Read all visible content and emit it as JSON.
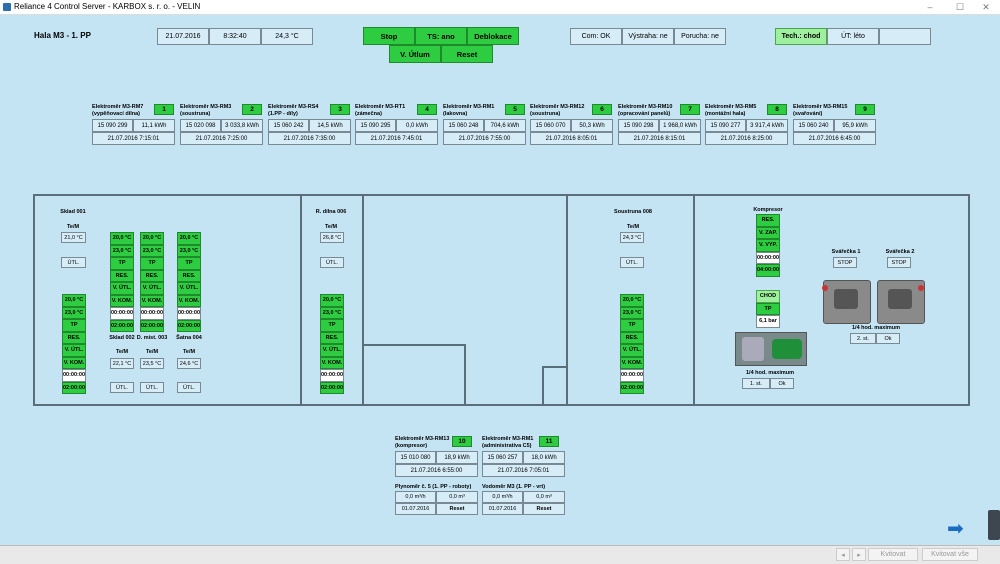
{
  "window": {
    "title": "Reliance 4 Control Server - KARBOX s. r. o. - VELIN",
    "min": "–",
    "max": "☐",
    "close": "✕"
  },
  "header": {
    "hall": "Hala M3 - 1. PP",
    "date": "21.07.2016",
    "time": "8:32:40",
    "temp": "24,3 °C",
    "btn_stop": "Stop",
    "btn_ts": "TS: ano",
    "btn_deblokace": "Deblokace",
    "btn_utlum": "V. Útlum",
    "btn_reset": "Reset",
    "com": "Com: OK",
    "vystraha": "Výstraha: ne",
    "porucha": "Porucha: ne",
    "tech": "Tech.: chod",
    "ut": "ÚT: léto",
    "empty": ""
  },
  "meters": [
    {
      "name": "Elektroměr M3-RM7 (vypěňovací dílna)",
      "num": "1",
      "a": "15 090 299",
      "b": "11,1 kWh",
      "t": "21.07.2016 7:15:01"
    },
    {
      "name": "Elektroměr M3-RM3 (soustruna)",
      "num": "2",
      "a": "15 020 098",
      "b": "3 033,8 kWh",
      "t": "21.07.2016 7:25:00"
    },
    {
      "name": "Elektroměr M3-RS4 (1.PP - díly)",
      "num": "3",
      "a": "15 060 242",
      "b": "14,5 kWh",
      "t": "21.07.2016 7:35:00"
    },
    {
      "name": "Elektroměr M3-RT1 (zámečna)",
      "num": "4",
      "a": "15 090 295",
      "b": "0,0 kWh",
      "t": "21.07.2016 7:45:01"
    },
    {
      "name": "Elektroměr M3-RM1 (lakovna)",
      "num": "5",
      "a": "15 060 248",
      "b": "704,6 kWh",
      "t": "21.07.2016 7:55:00"
    },
    {
      "name": "Elektroměr M3-RM12 (soustruna)",
      "num": "6",
      "a": "15 060 070",
      "b": "50,3 kWh",
      "t": "21.07.2016 8:05:01"
    },
    {
      "name": "Elektroměr M3-RM10 (opracování panelů)",
      "num": "7",
      "a": "15 090 298",
      "b": "1 968,0 kWh",
      "t": "21.07.2016 8:15:01"
    },
    {
      "name": "Elektroměr M3-RM5 (montážní hala)",
      "num": "8",
      "a": "15 090 277",
      "b": "3 917,4 kWh",
      "t": "21.07.2016 8:25:00"
    },
    {
      "name": "Elektroměr M3-RM15 (svařování)",
      "num": "9",
      "a": "15 060 240",
      "b": "95,9 kWh",
      "t": "21.07.2016 6:45:00"
    }
  ],
  "zones": {
    "sklad001": {
      "name": "Sklad 001",
      "tem": "Te/M",
      "temp": "21,0 °C",
      "utl": "ÚTL."
    },
    "sklad002": {
      "name": "Sklad 002",
      "tem": "Te/M",
      "temp": "22,1 °C",
      "utl": "ÚTL."
    },
    "dmist003": {
      "name": "D. míst. 003",
      "tem": "Te/M",
      "temp": "23,5 °C",
      "utl": "ÚTL."
    },
    "satna004": {
      "name": "Šatna 004",
      "tem": "Te/M",
      "temp": "24,6 °C",
      "utl": "ÚTL."
    },
    "rdilna006": {
      "name": "R. dílna 006",
      "tem": "Te/M",
      "temp": "26,8 °C",
      "utl": "ÚTL."
    },
    "soustruna008": {
      "name": "Soustruna 008",
      "tem": "Te/M",
      "temp": "24,3 °C",
      "utl": "ÚTL."
    }
  },
  "hvac_col": {
    "t1": "20,0 °C",
    "t2": "23,0 °C",
    "tp": "TP",
    "res": "RES.",
    "vutl": "V. ÚTL.",
    "vkom": "V. KOM.",
    "time": "00:00:00",
    "end": "02:00:00"
  },
  "kompresor": {
    "name": "Kompresor",
    "res": "RES.",
    "vzap": "V. ZAP.",
    "vvyp": "V. VYP.",
    "t1": "00:00:00",
    "t2": "04:00:00",
    "chod": "CHOD",
    "tp": "TP",
    "bar": "6,1 bar",
    "max": "1/4 hod. maximum",
    "st": "1. st.",
    "ok": "Ok"
  },
  "svarecky": {
    "s1": "Svářečka 1",
    "s2": "Svářečka 2",
    "stop": "STOP",
    "max": "1/4 hod. maximum",
    "st": "2. st.",
    "ok": "Ok"
  },
  "bottom_meters": [
    {
      "name": "Elektroměr M3-RM13 (kompresor)",
      "num": "10",
      "a": "15 010 080",
      "b": "18,9 kWh",
      "t": "21.07.2016 6:55:00"
    },
    {
      "name": "Elektroměr M3-RM1 (administrativa C5)",
      "num": "11",
      "a": "15 060 257",
      "b": "18,0 kWh",
      "t": "21.07.2016 7:05:01"
    }
  ],
  "gas": {
    "name": "Plynoměr č. 5 (1. PP - roboty)",
    "a": "0,0 m³/h",
    "b": "0,0 m³",
    "date": "01.07.2016",
    "reset": "Reset"
  },
  "water": {
    "name": "Vodoměr M3 (1. PP - vrt)",
    "a": "0,0 m³/h",
    "b": "0,0 m³",
    "date": "01.07.2016",
    "reset": "Reset"
  },
  "nav_arrow": "➡",
  "statusbar": {
    "prev": "◂",
    "next": "▸",
    "ack": "Kvitovat",
    "ack_all": "Kvitovat vše"
  },
  "colors": {
    "bg": "#c5e4f3",
    "green": "#2ecc40",
    "light_green": "#9ef09e"
  }
}
